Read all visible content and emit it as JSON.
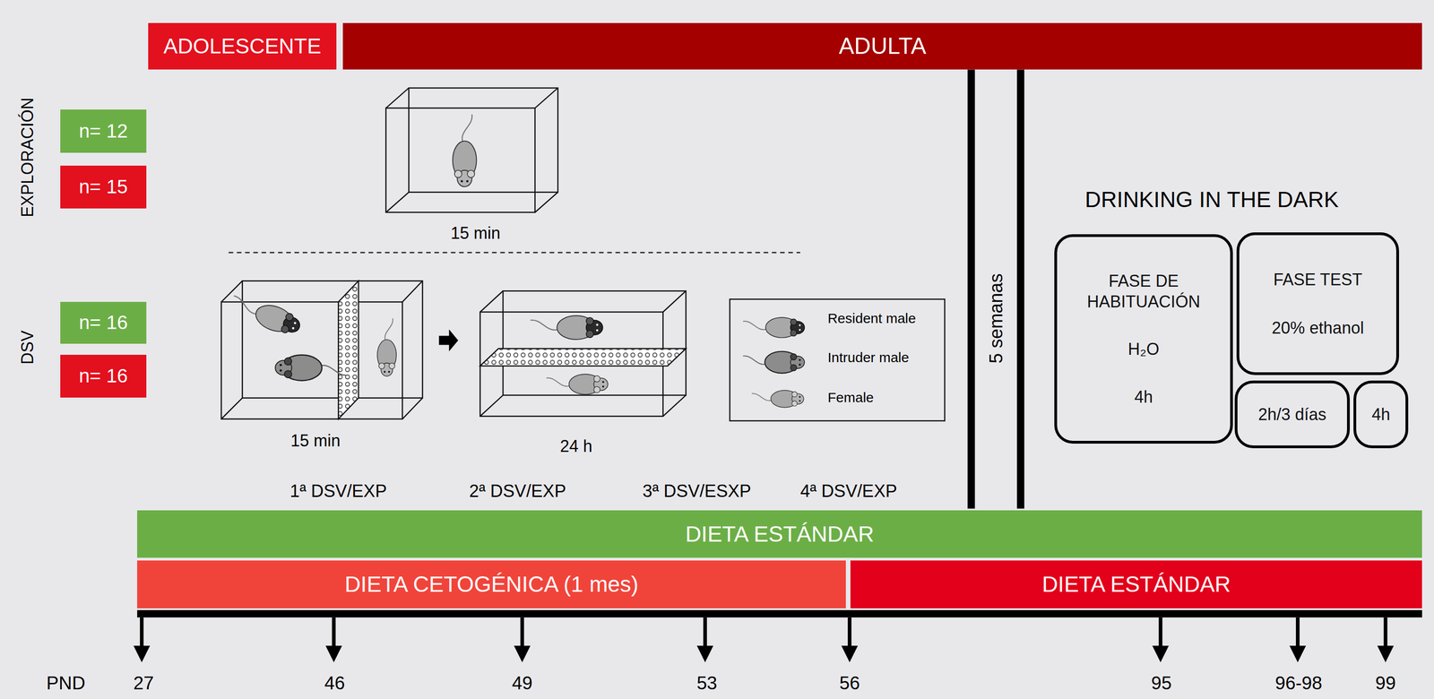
{
  "diagram": {
    "nodes": [
      {
        "text": [
          "ADOLESCENTE"
        ]
      },
      {
        "text": [
          "ADULTA"
        ]
      },
      {
        "text": [
          "n= 12"
        ]
      },
      {
        "text": [
          "n= 15"
        ]
      },
      {
        "text": [
          "n= 16"
        ]
      },
      {
        "text": [
          "n= 16"
        ]
      },
      {
        "text": [
          "FASE DE HABITUACIÓN",
          "H₂O",
          "4h"
        ]
      },
      {
        "text": [
          "FASE TEST",
          "20% ethanol"
        ]
      },
      {
        "text": [
          "2h/3 días"
        ]
      },
      {
        "text": [
          "4h"
        ]
      },
      {
        "text": [
          "DIETA ESTÁNDAR"
        ]
      },
      {
        "text": [
          "DIETA CETOGÉNICA (1 mes)"
        ]
      },
      {
        "text": [
          "DIETA ESTÁNDAR"
        ]
      }
    ],
    "labels": [
      "EXPLORACIÓN",
      "DSV",
      "15 min",
      "15 min",
      "24 h",
      "1ª DSV/EXP",
      "2ª DSV/EXP",
      "3ª DSV/ESXP",
      "4ª DSV/EXP",
      "5 semanas",
      "DRINKING IN THE DARK",
      "PND",
      "27",
      "46",
      "49",
      "53",
      "56",
      "95",
      "96-98",
      "99"
    ],
    "legend": [
      {
        "text": "Resident male"
      },
      {
        "text": "Intruder male"
      },
      {
        "text": "Female"
      }
    ]
  }
}
